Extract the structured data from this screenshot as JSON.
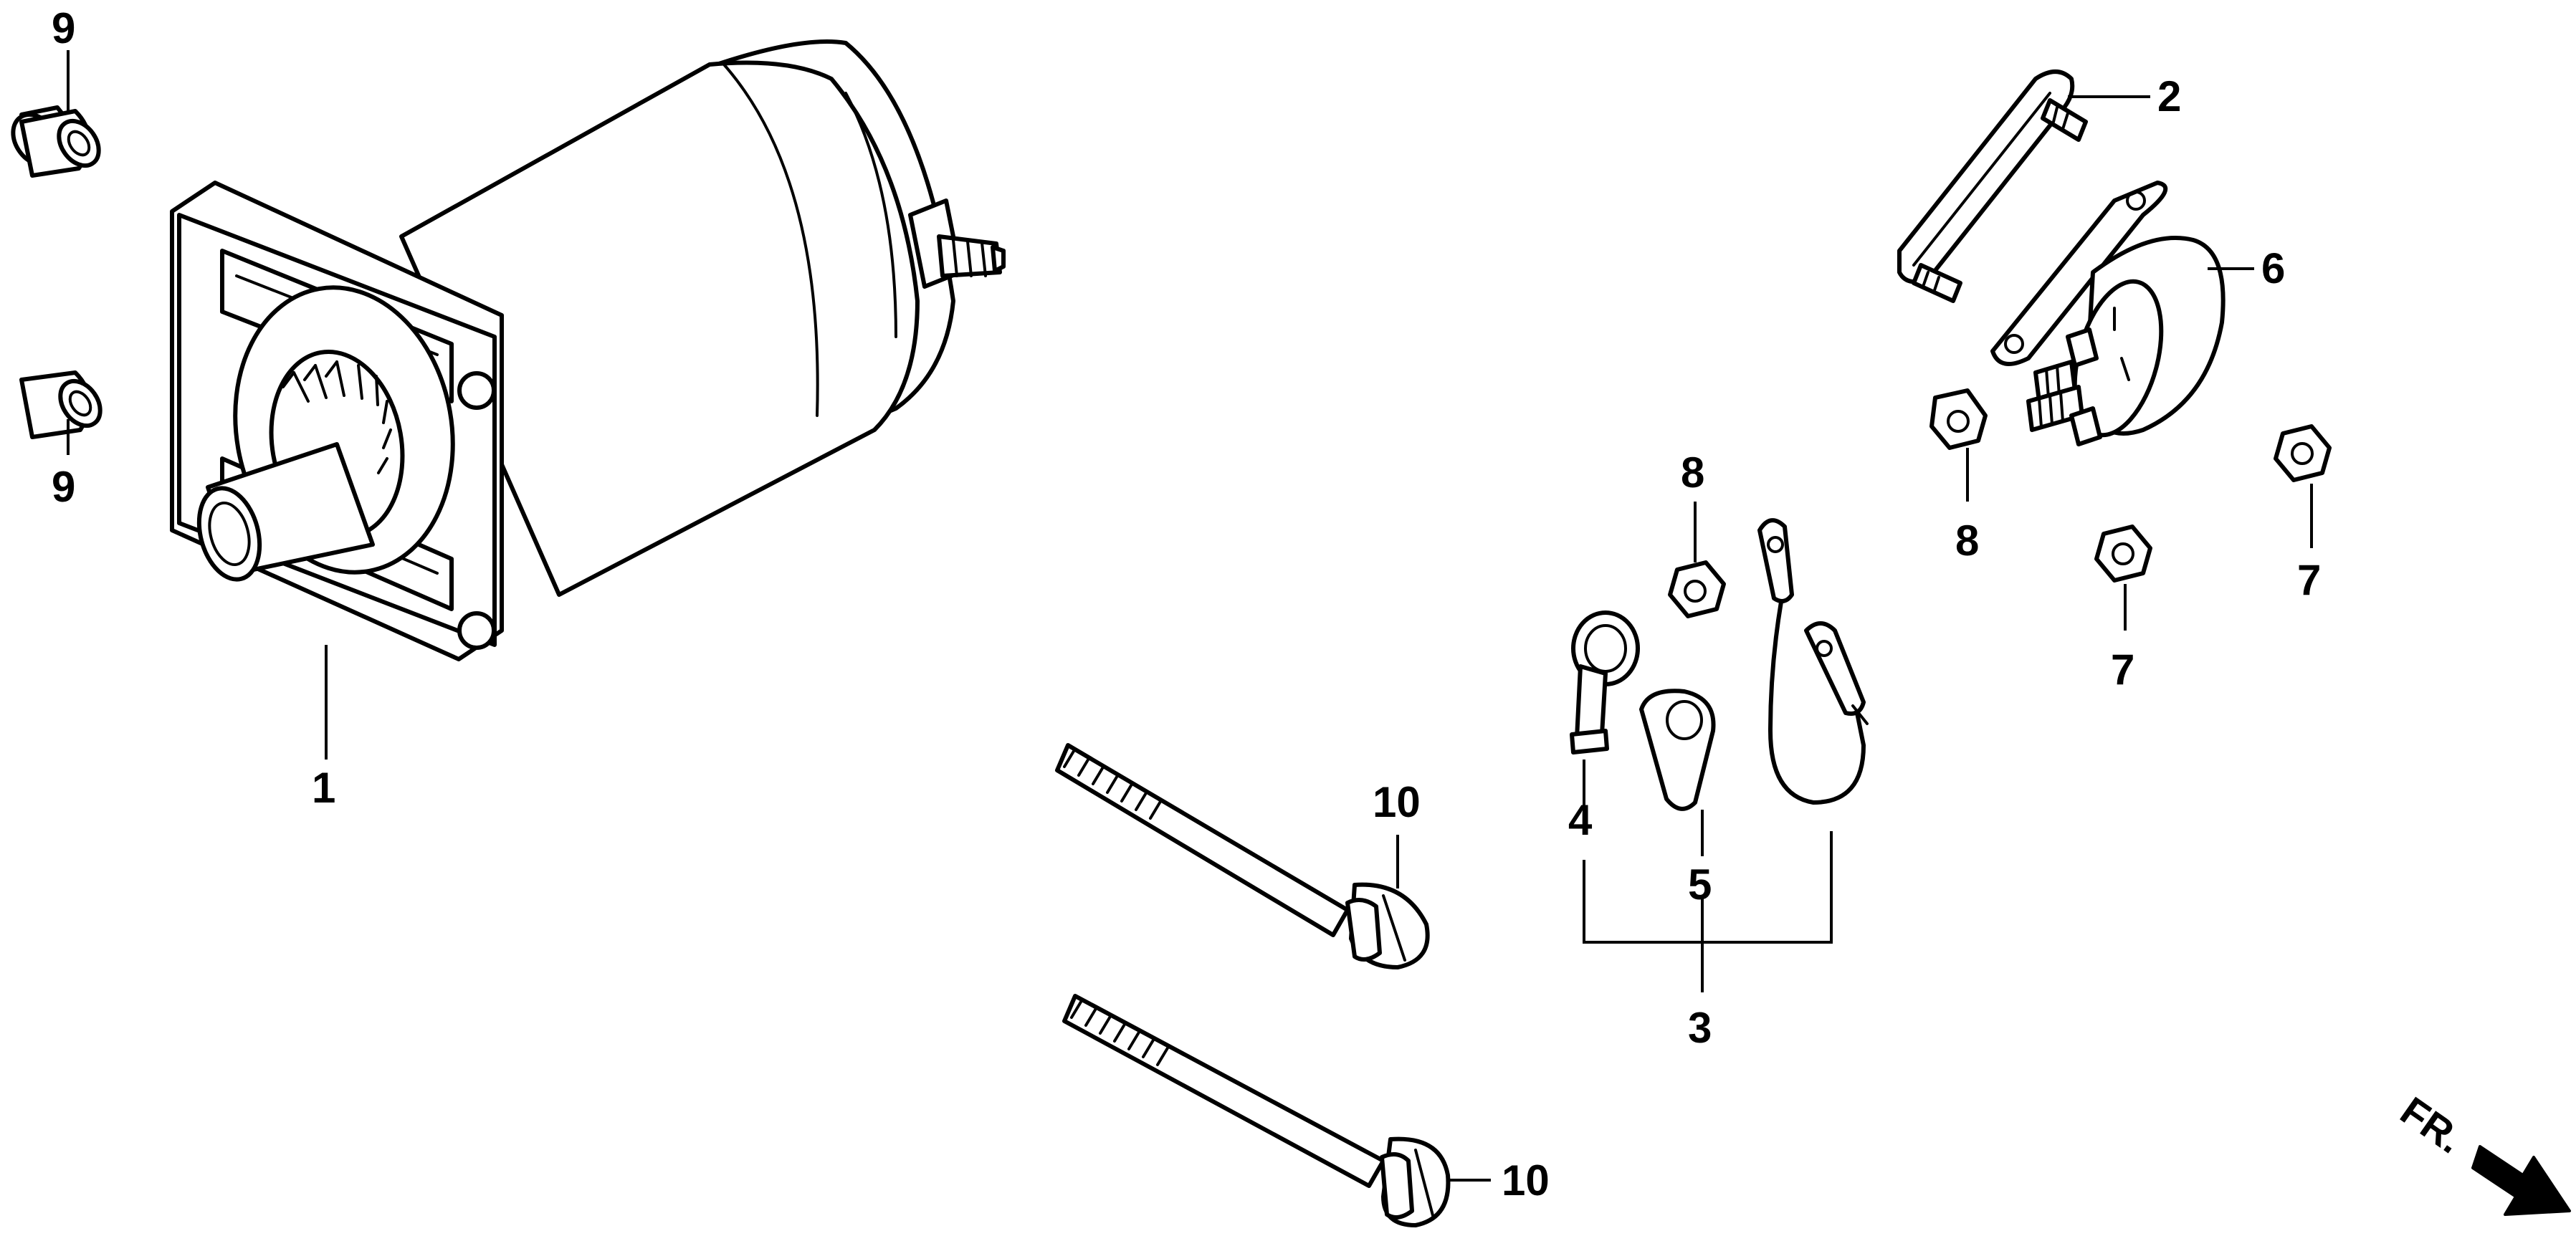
{
  "diagram": {
    "type": "exploded parts diagram",
    "callouts": [
      {
        "id": "c1",
        "label": "1"
      },
      {
        "id": "c2",
        "label": "2"
      },
      {
        "id": "c3",
        "label": "3"
      },
      {
        "id": "c4",
        "label": "4"
      },
      {
        "id": "c5",
        "label": "5"
      },
      {
        "id": "c6",
        "label": "6"
      },
      {
        "id": "c7a",
        "label": "7"
      },
      {
        "id": "c7b",
        "label": "7"
      },
      {
        "id": "c8a",
        "label": "8"
      },
      {
        "id": "c8b",
        "label": "8"
      },
      {
        "id": "c9a",
        "label": "9"
      },
      {
        "id": "c9b",
        "label": "9"
      },
      {
        "id": "c10a",
        "label": "10"
      },
      {
        "id": "c10b",
        "label": "10"
      }
    ],
    "direction_indicator": {
      "label": "FR.",
      "icon": "arrow-right-down-icon"
    },
    "colors": {
      "line": "#000000",
      "background": "#ffffff"
    }
  }
}
